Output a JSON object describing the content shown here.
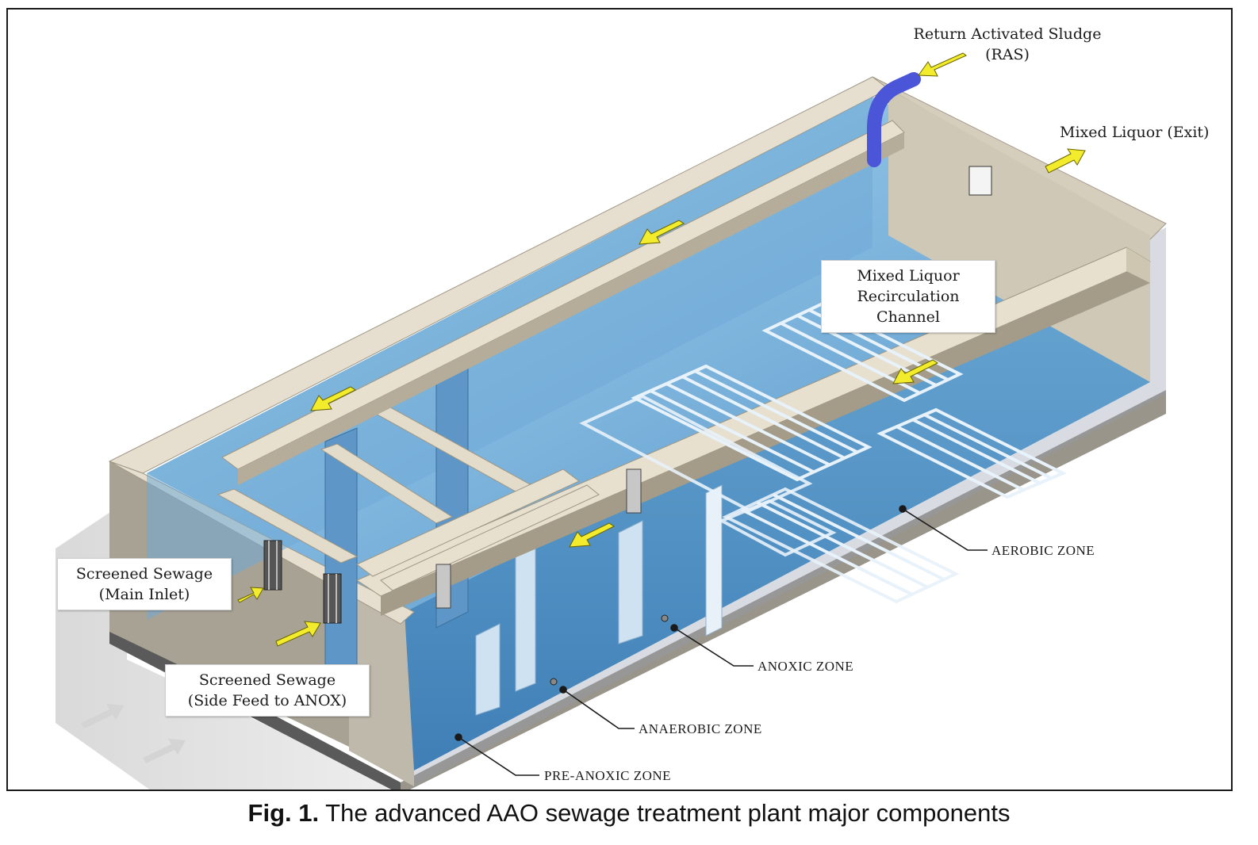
{
  "labels": {
    "ras_line1": "Return Activated Sludge",
    "ras_line2": "(RAS)",
    "exit": "Mixed Liquor (Exit)",
    "recirc_line1": "Mixed Liquor",
    "recirc_line2": "Recirculation",
    "recirc_line3": "Channel",
    "main_inlet_line1": "Screened Sewage",
    "main_inlet_line2": "(Main Inlet)",
    "side_feed_line1": "Screened Sewage",
    "side_feed_line2": "(Side Feed to ANOX)",
    "aerobic": "AEROBIC ZONE",
    "anoxic": "ANOXIC ZONE",
    "anaerobic": "ANAEROBIC ZONE",
    "pre_anoxic": "PRE-ANOXIC ZONE"
  },
  "caption": {
    "prefix": "Fig. 1.",
    "text": " The advanced AAO sewage treatment plant major components"
  },
  "colors": {
    "concrete": "#ddd6c6",
    "concrete_dark": "#8f8a7f",
    "water": "#5f9fcc",
    "water_light": "#a9d0ec",
    "arrow": "#f2ec2c",
    "pipe": "#4a55d8"
  }
}
